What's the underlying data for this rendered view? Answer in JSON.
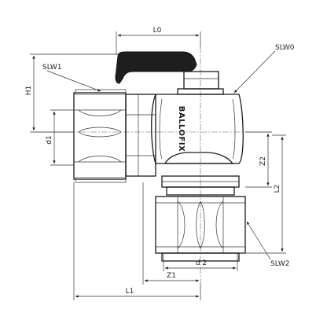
{
  "labels": {
    "l0": "L0",
    "slw0": "SLW0",
    "slw1": "SLW1",
    "h1": "H1",
    "d1": "d1",
    "z2": "Z2",
    "l2": "L2",
    "d2": "d 2",
    "slw2": "SLW2",
    "z1": "Z1",
    "l1": "L1",
    "brand": "BALLOFIX"
  },
  "colors": {
    "stroke": "#1a1a1a",
    "handle": "#1e1e1e",
    "background": "#ffffff"
  }
}
